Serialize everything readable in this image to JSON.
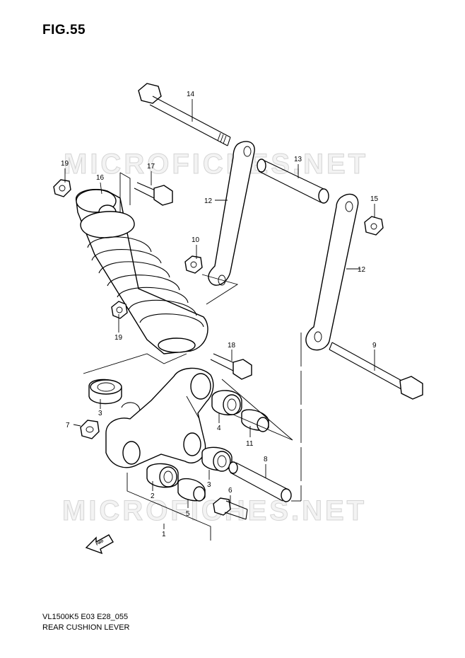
{
  "figure": {
    "title": "FIG.55",
    "footer_code": "VL1500K5 E03 E28_055",
    "footer_name": "REAR CUSHION LEVER",
    "watermark_text": "MICROFICHES.NET",
    "fwd_label": "FWD"
  },
  "callouts": {
    "c1": "1",
    "c2": "2",
    "c3a": "3",
    "c3b": "3",
    "c4": "4",
    "c5": "5",
    "c6": "6",
    "c7": "7",
    "c8": "8",
    "c9": "9",
    "c10": "10",
    "c11": "11",
    "c12a": "12",
    "c12b": "12",
    "c13": "13",
    "c14": "14",
    "c15": "15",
    "c16": "16",
    "c17": "17",
    "c18": "18",
    "c19a": "19",
    "c19b": "19"
  },
  "colors": {
    "ink": "#000000",
    "paper": "#ffffff",
    "watermark": "#d4d4d4"
  }
}
